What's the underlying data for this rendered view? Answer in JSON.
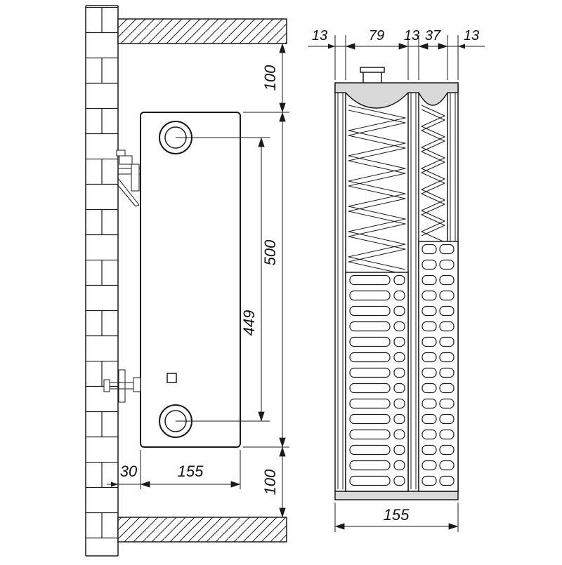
{
  "side_view": {
    "top_clearance": "100",
    "height": "500",
    "port_spacing": "449",
    "bottom_clearance": "100",
    "wall_clearance": "30",
    "depth": "155"
  },
  "section_view": {
    "seg_left_panel": "13",
    "seg_gap1": "79",
    "seg_mid_panel": "13",
    "seg_gap2": "37",
    "seg_right_panel": "13",
    "width": "155"
  },
  "colors": {
    "line": "#1a1a1a",
    "header_fill": "#d9d9d9",
    "background": "#ffffff"
  }
}
